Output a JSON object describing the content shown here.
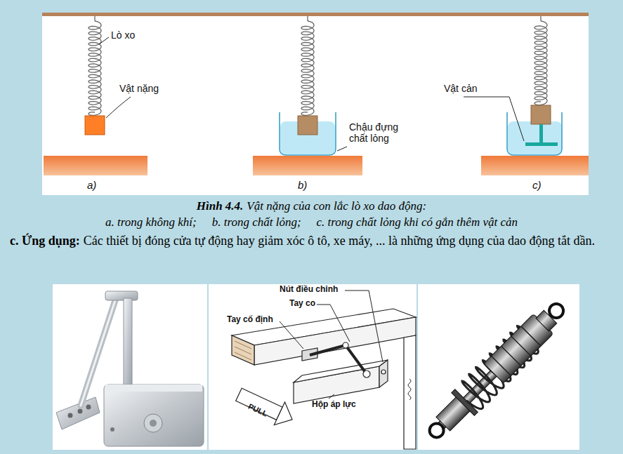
{
  "diagram": {
    "labels": [
      "Lò xo",
      "Vật nặng",
      "Chậu đựng chất lỏng",
      "Vật cản",
      "a)",
      "b)",
      "c)",
      "Hình 4.4.",
      "Vật nặng của con lắc lò xo dao động:",
      "a. trong không khí;",
      "b. trong chất lỏng;",
      "c. trong chất lỏng khi có gắn thêm vật cản",
      "c. Ứng dụng:",
      "Các thiết bị đóng cửa tự động hay giảm xóc ô tô, xe máy, ... là những ứng dụng của dao động tắt dần.",
      "Nút điều chỉnh",
      "Tay co",
      "Tay cố định",
      "Hộp áp lực",
      "PULL"
    ]
  }
}
